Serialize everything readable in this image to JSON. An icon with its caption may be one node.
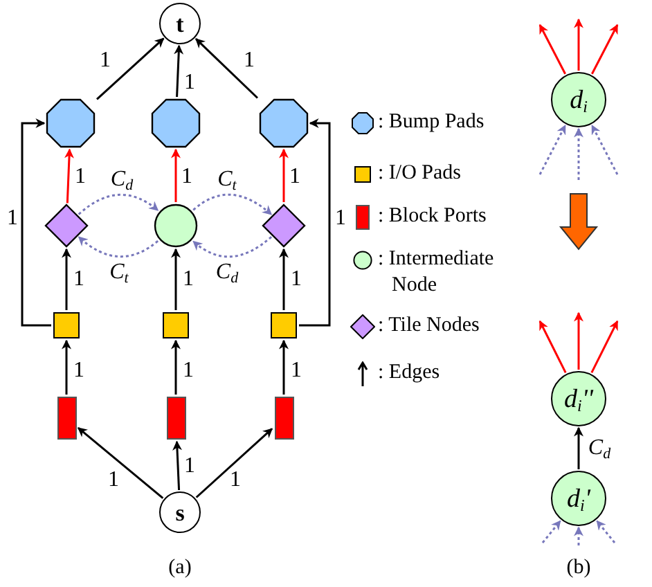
{
  "diagram": {
    "nodes": [
      {
        "text": [
          "t"
        ]
      },
      {
        "text": [],
        "shape": "octagon"
      },
      {
        "text": [],
        "shape": "octagon"
      },
      {
        "text": [],
        "shape": "octagon"
      },
      {
        "text": [],
        "shape": "diamond"
      },
      {
        "text": [],
        "shape": "circle"
      },
      {
        "text": [],
        "shape": "diamond"
      },
      {
        "text": [],
        "shape": "box"
      },
      {
        "text": [],
        "shape": "box"
      },
      {
        "text": [],
        "shape": "box"
      },
      {
        "text": [],
        "shape": "bar"
      },
      {
        "text": [],
        "shape": "bar"
      },
      {
        "text": [],
        "shape": "bar"
      },
      {
        "text": [
          "s"
        ]
      },
      {
        "text": [
          "d$_{i}$"
        ]
      },
      {
        "text": [
          "d$_{i}$''"
        ]
      },
      {
        "text": [
          "d$_{i}$'"
        ]
      }
    ],
    "edges": [
      {
        "from": 1,
        "to": 0,
        "arrow": "to",
        "label": "1"
      },
      {
        "from": 2,
        "to": 0,
        "arrow": "to",
        "label": "1"
      },
      {
        "from": 3,
        "to": 0,
        "arrow": "to",
        "label": "1"
      },
      {
        "from": 4,
        "to": 1,
        "arrow": "to",
        "label": "1",
        "color": "#ff0000"
      },
      {
        "from": 5,
        "to": 2,
        "arrow": "to",
        "label": "1",
        "color": "#ff0000"
      },
      {
        "from": 6,
        "to": 3,
        "arrow": "to",
        "label": "1",
        "color": "#ff0000"
      },
      {
        "from": 4,
        "to": 5,
        "arrow": "to",
        "label": "*C*$_{d}$",
        "style": "dashed",
        "color": "#7777bb"
      },
      {
        "from": 5,
        "to": 4,
        "arrow": "to",
        "label": "*C*$_{t}$",
        "style": "dashed",
        "color": "#7777bb"
      },
      {
        "from": 5,
        "to": 6,
        "arrow": "to",
        "label": "*C*$_{t}$",
        "style": "dashed",
        "color": "#7777bb"
      },
      {
        "from": 6,
        "to": 5,
        "arrow": "to",
        "label": "*C*$_{d}$",
        "style": "dashed",
        "color": "#7777bb"
      },
      {
        "from": 7,
        "to": 4,
        "arrow": "to",
        "label": "1"
      },
      {
        "from": 8,
        "to": 5,
        "arrow": "to",
        "label": "1"
      },
      {
        "from": 9,
        "to": 6,
        "arrow": "to",
        "label": "1"
      },
      {
        "from": 7,
        "to": 1,
        "arrow": "to",
        "label": "1"
      },
      {
        "from": 9,
        "to": 3,
        "arrow": "to",
        "label": "1"
      },
      {
        "from": 10,
        "to": 7,
        "arrow": "to",
        "label": "1"
      },
      {
        "from": 11,
        "to": 8,
        "arrow": "to",
        "label": "1"
      },
      {
        "from": 12,
        "to": 9,
        "arrow": "to",
        "label": "1"
      },
      {
        "from": 13,
        "to": 10,
        "arrow": "to",
        "label": "1"
      },
      {
        "from": 13,
        "to": 11,
        "arrow": "to",
        "label": "1"
      },
      {
        "from": 13,
        "to": 12,
        "arrow": "to",
        "label": "1"
      },
      {
        "from": 14,
        "to": null,
        "arrow": "to",
        "color": "#ff0000"
      },
      {
        "from": 14,
        "to": null,
        "arrow": "to",
        "color": "#ff0000"
      },
      {
        "from": 14,
        "to": null,
        "arrow": "to",
        "color": "#ff0000"
      },
      {
        "from": null,
        "to": 14,
        "arrow": "to",
        "style": "dashed",
        "color": "#7777bb"
      },
      {
        "from": null,
        "to": 14,
        "arrow": "to",
        "style": "dashed",
        "color": "#7777bb"
      },
      {
        "from": null,
        "to": 14,
        "arrow": "to",
        "style": "dashed",
        "color": "#7777bb"
      },
      {
        "from": 15,
        "to": null,
        "arrow": "to",
        "color": "#ff0000"
      },
      {
        "from": 15,
        "to": null,
        "arrow": "to",
        "color": "#ff0000"
      },
      {
        "from": 15,
        "to": null,
        "arrow": "to",
        "color": "#ff0000"
      },
      {
        "from": 16,
        "to": 15,
        "arrow": "to",
        "label": "*C*$_{d}$"
      },
      {
        "from": null,
        "to": 16,
        "arrow": "to",
        "style": "dashed",
        "color": "#7777bb"
      },
      {
        "from": null,
        "to": 16,
        "arrow": "to",
        "style": "dashed",
        "color": "#7777bb"
      },
      {
        "from": null,
        "to": 16,
        "arrow": "to",
        "style": "dashed",
        "color": "#7777bb"
      }
    ],
    "labels": [
      "(a)",
      "(b)"
    ],
    "legend": [
      {
        "text": ": Bump Pads"
      },
      {
        "text": ": I/O Pads"
      },
      {
        "text": ": Block Ports"
      },
      {
        "text": ": Intermediate Node"
      },
      {
        "text": ": Tile Nodes"
      },
      {
        "text": ": Edges"
      }
    ]
  }
}
